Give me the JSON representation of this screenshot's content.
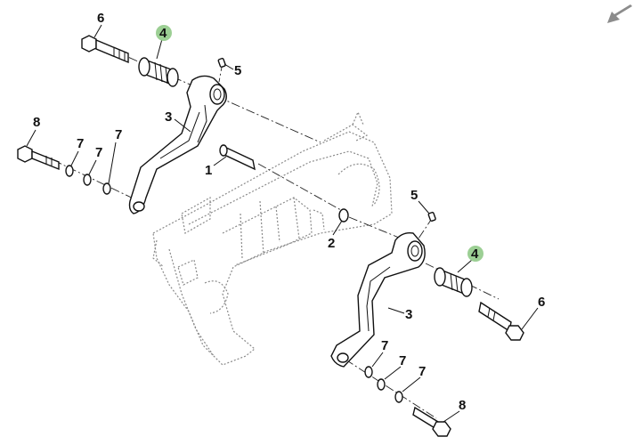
{
  "callouts": [
    {
      "id": "c6a",
      "text": "6"
    },
    {
      "id": "c4a",
      "text": "4",
      "highlight": true
    },
    {
      "id": "c5a",
      "text": "5"
    },
    {
      "id": "c3a",
      "text": "3"
    },
    {
      "id": "c1",
      "text": "1"
    },
    {
      "id": "c8a",
      "text": "8"
    },
    {
      "id": "c7a",
      "text": "7"
    },
    {
      "id": "c7b",
      "text": "7"
    },
    {
      "id": "c7c",
      "text": "7"
    },
    {
      "id": "c5b",
      "text": "5"
    },
    {
      "id": "c2",
      "text": "2"
    },
    {
      "id": "c4b",
      "text": "4",
      "highlight": true
    },
    {
      "id": "c6b",
      "text": "6"
    },
    {
      "id": "c3b",
      "text": "3"
    },
    {
      "id": "c7d",
      "text": "7"
    },
    {
      "id": "c7e",
      "text": "7"
    },
    {
      "id": "c7f",
      "text": "7"
    },
    {
      "id": "c8b",
      "text": "8"
    }
  ],
  "colors": {
    "highlight": "#9ccf94",
    "nav_arrow": "#8c8c8c",
    "ghost_frame": "#8a8a8a"
  },
  "icons": {
    "nav": "arrow-down-left-icon"
  }
}
